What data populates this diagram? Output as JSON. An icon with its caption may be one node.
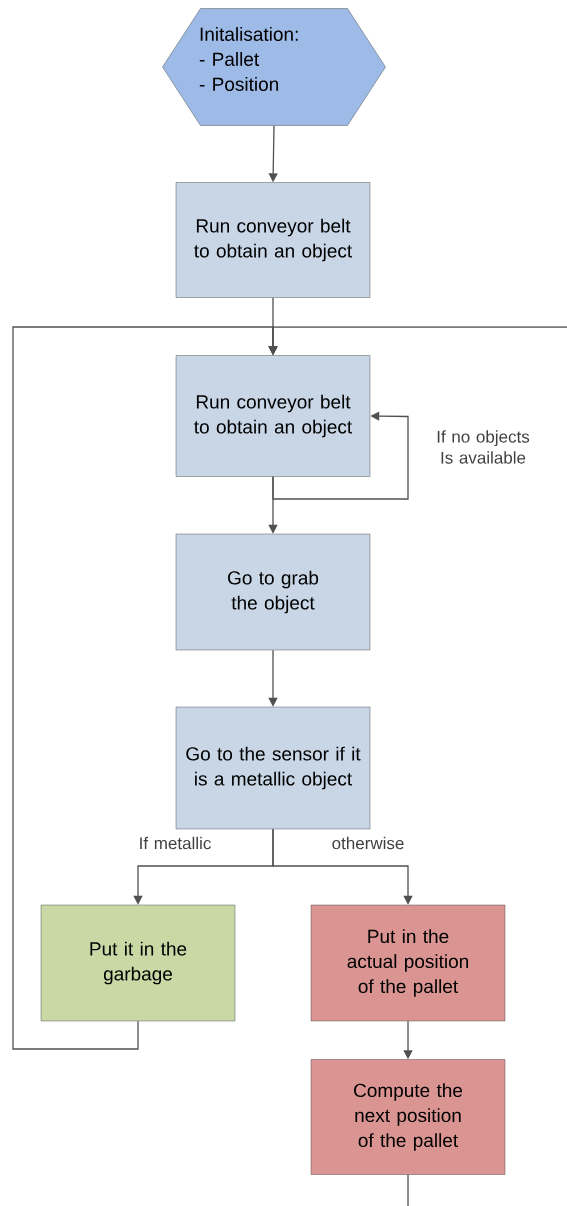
{
  "diagram": {
    "nodes": [
      {
        "text": [
          "Initalisation:",
          "- Pallet",
          "- Position"
        ]
      },
      {
        "text": [
          "Run conveyor belt to obtain an object"
        ]
      },
      {
        "text": [
          "Run conveyor belt to obtain an object"
        ]
      },
      {
        "text": [
          "Go to grab the object"
        ]
      },
      {
        "text": [
          "Go to the sensor if it is a metallic object"
        ]
      },
      {
        "text": [
          "Put it in the garbage"
        ]
      },
      {
        "text": [
          "Put in the actual position of the pallet"
        ]
      },
      {
        "text": [
          "Compute the next position of the pallet"
        ]
      }
    ],
    "edges": [
      {
        "from": 0,
        "to": 1,
        "arrow": "to"
      },
      {
        "from": 1,
        "to": 2,
        "arrow": "to"
      },
      {
        "from": 2,
        "to": 2,
        "arrow": "to",
        "label": "If no objects Is available"
      },
      {
        "from": 2,
        "to": 3,
        "arrow": "to"
      },
      {
        "from": 3,
        "to": 4,
        "arrow": "to"
      },
      {
        "from": 4,
        "to": 5,
        "arrow": "to",
        "label": "If metallic"
      },
      {
        "from": 4,
        "to": 6,
        "arrow": "to",
        "label": "otherwise"
      },
      {
        "from": 6,
        "to": 7,
        "arrow": "to"
      },
      {
        "from": 5,
        "to": 2,
        "arrow": "to"
      },
      {
        "from": 7,
        "to": 2,
        "arrow": "to"
      }
    ]
  }
}
